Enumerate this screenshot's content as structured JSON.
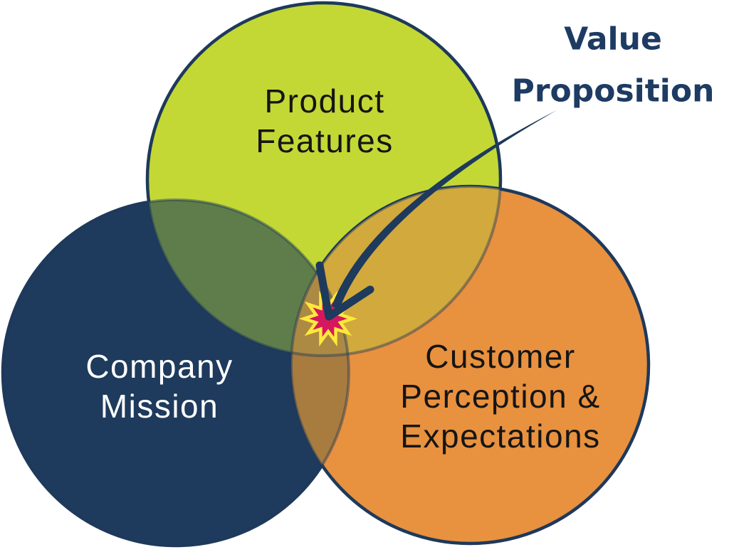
{
  "diagram": {
    "type": "venn-3-circle",
    "background": "#ffffff",
    "outline_color": "#1e3a5c",
    "circles": [
      {
        "id": "product-features",
        "label_lines": [
          "Product",
          "Features"
        ],
        "fill": "#c3d835",
        "text_color": "#151515"
      },
      {
        "id": "company-mission",
        "label_lines": [
          "Company",
          "Mission"
        ],
        "fill": "#1e3a5c",
        "text_color": "#ffffff"
      },
      {
        "id": "customer-perception",
        "label_lines": [
          "Customer",
          "Perception &",
          "Expectations"
        ],
        "fill": "#e8913f",
        "text_color": "#151515"
      }
    ],
    "overlaps": {
      "green_blue": "#5f7d4a",
      "green_orange": "#d1a93c",
      "blue_orange": "#a87c3e",
      "center": "#ad8a43"
    },
    "callout": {
      "line1": "Value",
      "line2": "Proposition",
      "color": "#1d3b63"
    },
    "arrow_color": "#1e3a5c",
    "star": {
      "fill": "#d4175e",
      "outline": "#fde93a"
    }
  }
}
